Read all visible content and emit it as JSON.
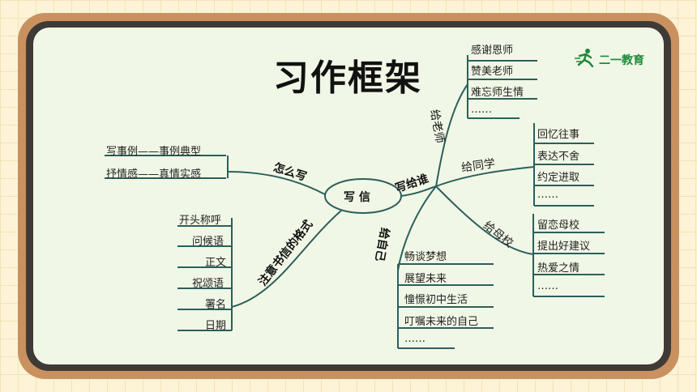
{
  "title": "习作框架",
  "logo": {
    "text": "二一教育",
    "icon": "runner-logo-icon"
  },
  "center": "写  信",
  "branches": {
    "how": {
      "label": "怎么写",
      "items": [
        "写事例——事例典型",
        "抒情感——真情实感"
      ]
    },
    "format": {
      "label": "注意书信的格式",
      "items": [
        "开头称呼",
        "问候语",
        "正文",
        "祝颂语",
        "署名",
        "日期"
      ]
    },
    "to_whom": {
      "label": "写给谁",
      "teacher": {
        "label": "给老师",
        "items": [
          "感谢恩师",
          "赞美老师",
          "难忘师生情",
          "……"
        ]
      },
      "classmate": {
        "label": "给同学",
        "items": [
          "回忆往事",
          "表达不舍",
          "约定进取",
          "……"
        ]
      },
      "school": {
        "label": "给母校",
        "items": [
          "留恋母校",
          "提出好建议",
          "热爱之情",
          "……"
        ]
      },
      "self": {
        "label": "给自己",
        "items": [
          "畅谈梦想",
          "展望未来",
          "憧憬初中生活",
          "叮嘱未来的自己",
          "……"
        ]
      }
    }
  },
  "colors": {
    "frame": "#c9915f",
    "board": "#f1f7e6",
    "line": "#2c5f5d",
    "logo": "#1e8a3a"
  }
}
